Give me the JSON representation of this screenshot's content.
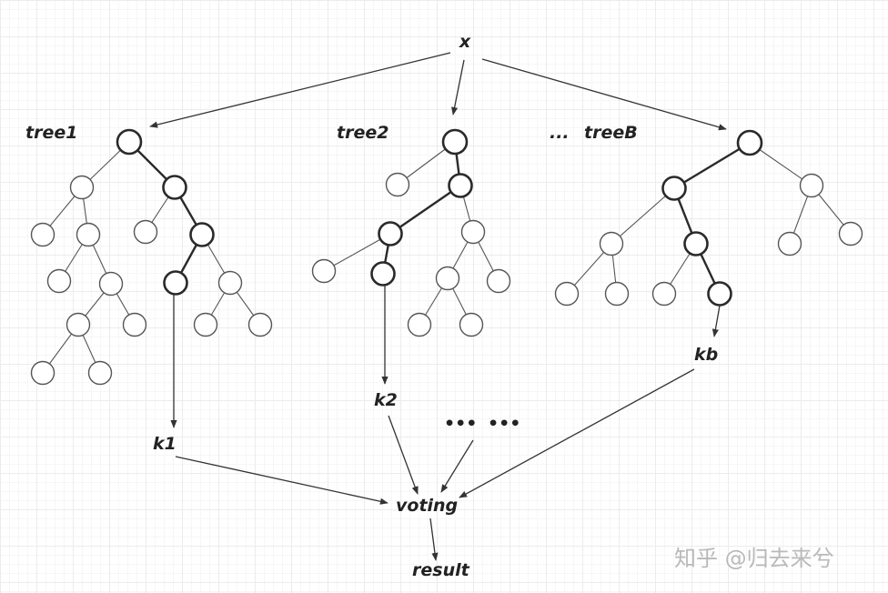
{
  "labels": {
    "input": "x",
    "tree1": "tree1",
    "tree2": "tree2",
    "ellipsis_trees": "...",
    "treeB": "treeB",
    "k1": "k1",
    "k2": "k2",
    "kb": "kb",
    "dots_left": "•••",
    "dots_right": "•••",
    "voting": "voting",
    "result": "result"
  },
  "watermark": "知乎 @归去来兮",
  "colors": {
    "node_stroke": "#555555",
    "path_stroke": "#2a2a2a",
    "grid": "#ececec",
    "watermark": "#b9b9b9"
  }
}
